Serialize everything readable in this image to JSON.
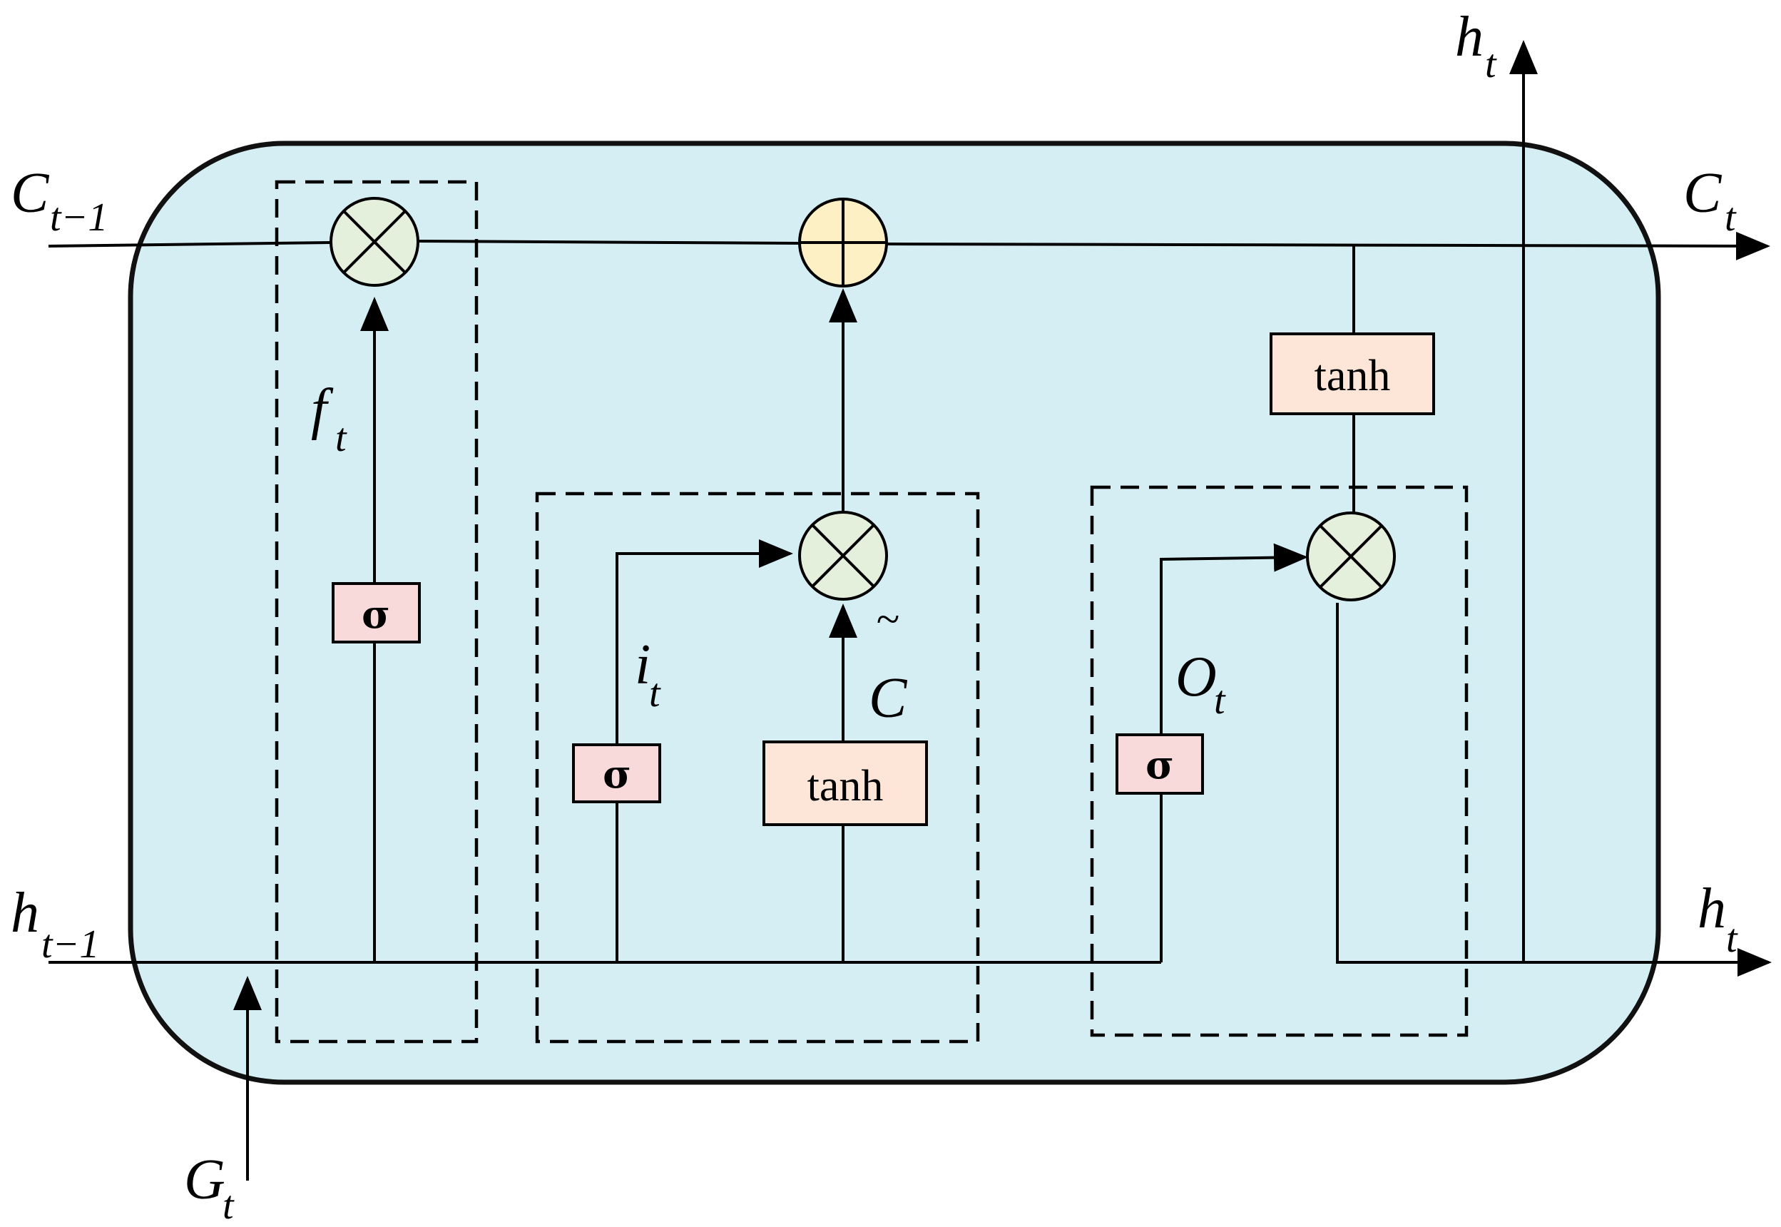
{
  "colors": {
    "cell_fill": "#d5eef4",
    "cell_stroke": "#111111",
    "mult_fill": "#e5f0dc",
    "add_fill": "#fdf0c4",
    "sigma_fill": "#f9dada",
    "tanh_fill": "#fde6d8",
    "line": "#000000"
  },
  "icons": {
    "multiply": "circle-times-icon",
    "add": "circle-plus-icon",
    "arrowhead": "arrowhead-icon"
  },
  "labels": {
    "c_prev": {
      "main": "C",
      "sub": "t−1"
    },
    "c_next": {
      "main": "C",
      "sub": "t"
    },
    "h_prev": {
      "main": "h",
      "sub": "t−1"
    },
    "h_next": {
      "main": "h",
      "sub": "t"
    },
    "h_top": {
      "main": "h",
      "sub": "t"
    },
    "g_in": {
      "main": "G",
      "sub": "t"
    },
    "f_gate": {
      "main": "f",
      "sub": "t"
    },
    "i_gate": {
      "main": "i",
      "sub": "t"
    },
    "o_gate": {
      "main": "O",
      "sub": "t"
    },
    "c_tilde": {
      "main": "C",
      "tilde": "~"
    }
  },
  "blocks": {
    "sigma_forget": "σ",
    "sigma_input": "σ",
    "sigma_output": "σ",
    "tanh_candidate": "tanh",
    "tanh_output": "tanh"
  }
}
